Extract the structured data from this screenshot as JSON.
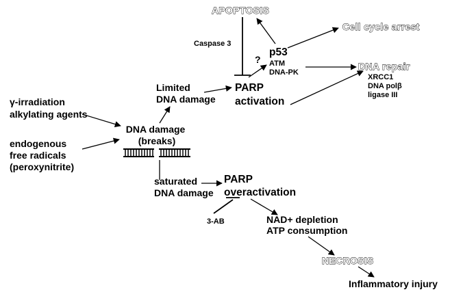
{
  "nodes": {
    "apoptosis": "APOPTOSIS",
    "cell_cycle_arrest": "Cell cycle arrest",
    "caspase3": "Caspase 3",
    "question": "?",
    "p53": "p53",
    "atm": "ATM",
    "dnapk": "DNA-PK",
    "dna_repair": "DNA repair",
    "xrcc1": "XRCC1",
    "dna_pol": "DNA polβ",
    "ligase": "ligase III",
    "limited_damage": [
      "Limited",
      "DNA damage"
    ],
    "parp_activation": [
      "PARP",
      "activation"
    ],
    "irradiation": [
      "γ-irradiation",
      "alkylating agents"
    ],
    "dna_damage": [
      "DNA damage",
      "(breaks)"
    ],
    "radicals": [
      "endogenous",
      "free radicals",
      "(peroxynitrite)"
    ],
    "saturated_damage": [
      "saturated",
      "DNA damage"
    ],
    "parp_overactivation": [
      "PARP",
      "overactivation"
    ],
    "ab3": "3-AB",
    "nad_depletion": [
      "NAD+ depletion",
      "ATP consumption"
    ],
    "necrosis": "NECROSIS",
    "inflammatory": "Inflammatory injury"
  }
}
